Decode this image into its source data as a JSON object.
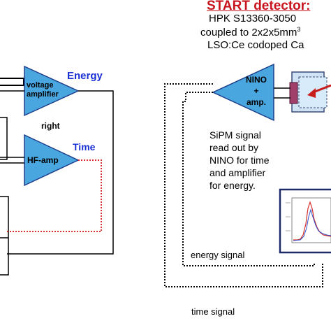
{
  "start_detector": {
    "title": "START detector:",
    "line1": "HPK S13360-3050",
    "line2_main": "coupled to 2x2x5mm",
    "line2_sup": "3",
    "line3": "LSO:Ce codoped Ca"
  },
  "left": {
    "voltage_amp_line1": "voltage",
    "voltage_amp_line2": "amplifier",
    "energy_label": "Energy",
    "side_label": "right",
    "hf_amp_label": "HF-amp",
    "time_label": "Time"
  },
  "right": {
    "nino_line1": "NINO",
    "nino_line2": "+",
    "nino_line3": "amp.",
    "desc_line1": "SiPM signal",
    "desc_line2": "read out by",
    "desc_line3": "NINO for time",
    "desc_line4": "and amplifier",
    "desc_line5": "for energy.",
    "energy_signal": "energy signal",
    "time_signal": "time signal"
  },
  "colors": {
    "amp_fill": "#4aa6de",
    "amp_stroke": "#1e3f8c",
    "blue_text": "#1a2fd6",
    "red_title": "#c8141e",
    "red_dotted": "#d83030",
    "detector_fill": "#cfe3f5",
    "crystal_fill": "#a0406a",
    "arrow_red": "#c81e1e"
  }
}
